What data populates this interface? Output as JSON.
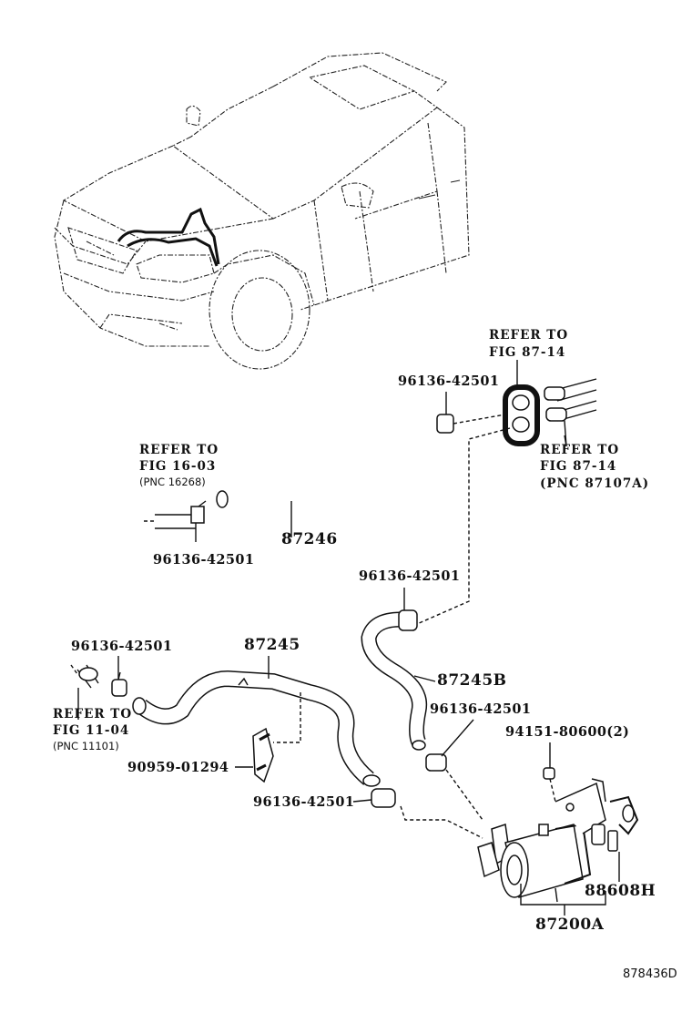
{
  "labels": {
    "clamp_top": "96136-42501",
    "refer_top_line1": "REFER TO",
    "refer_top_line2": "FIG 87-14",
    "refer_right_line1": "REFER TO",
    "refer_right_line2": "FIG 87-14",
    "refer_right_line3": "(PNC 87107A)",
    "refer_left1_line1": "REFER TO",
    "refer_left1_line2": "FIG 16-03",
    "refer_left1_line3": "(PNC 16268)",
    "clamp_left_upper": "96136-42501",
    "hose_87246": "87246",
    "clamp_mid_right": "96136-42501",
    "clamp_left_lower": "96136-42501",
    "hose_87245": "87245",
    "hose_87245b": "87245B",
    "refer_left2_line1": "REFER TO",
    "refer_left2_line2": "FIG 11-04",
    "refer_left2_line3": "(PNC 11101)",
    "clamp_lower_right": "96136-42501",
    "bolt": "94151-80600(2)",
    "clip": "90959-01294",
    "clamp_bottom": "96136-42501",
    "part_88608h": "88608H",
    "part_87200a": "87200A",
    "diagram_id": "878436D"
  }
}
